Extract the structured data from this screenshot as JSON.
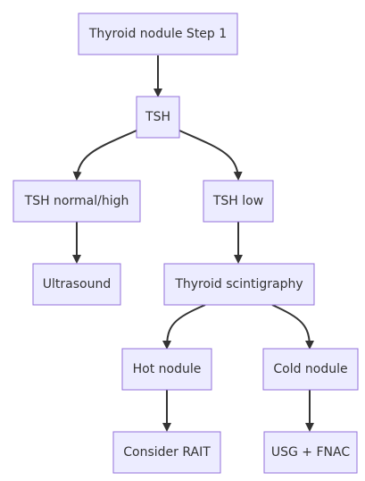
{
  "diagram": {
    "type": "flowchart",
    "colors": {
      "node_fill": "#ECECFF",
      "node_border": "#9370DB",
      "edge": "#333333",
      "text": "#333333"
    },
    "nodes": [
      {
        "id": "step1",
        "label": "Thyroid nodule Step 1"
      },
      {
        "id": "tsh",
        "label": "TSH"
      },
      {
        "id": "tsh_normal_high",
        "label": "TSH normal/high"
      },
      {
        "id": "tsh_low",
        "label": "TSH low"
      },
      {
        "id": "ultrasound",
        "label": "Ultrasound"
      },
      {
        "id": "scintigraphy",
        "label": "Thyroid scintigraphy"
      },
      {
        "id": "hot_nodule",
        "label": "Hot nodule"
      },
      {
        "id": "cold_nodule",
        "label": "Cold nodule"
      },
      {
        "id": "consider_rait",
        "label": "Consider RAIT"
      },
      {
        "id": "usg_fnac",
        "label": "USG + FNAC"
      }
    ],
    "edges": [
      {
        "from": "step1",
        "to": "tsh"
      },
      {
        "from": "tsh",
        "to": "tsh_normal_high"
      },
      {
        "from": "tsh",
        "to": "tsh_low"
      },
      {
        "from": "tsh_normal_high",
        "to": "ultrasound"
      },
      {
        "from": "tsh_low",
        "to": "scintigraphy"
      },
      {
        "from": "scintigraphy",
        "to": "hot_nodule"
      },
      {
        "from": "scintigraphy",
        "to": "cold_nodule"
      },
      {
        "from": "hot_nodule",
        "to": "consider_rait"
      },
      {
        "from": "cold_nodule",
        "to": "usg_fnac"
      }
    ]
  }
}
